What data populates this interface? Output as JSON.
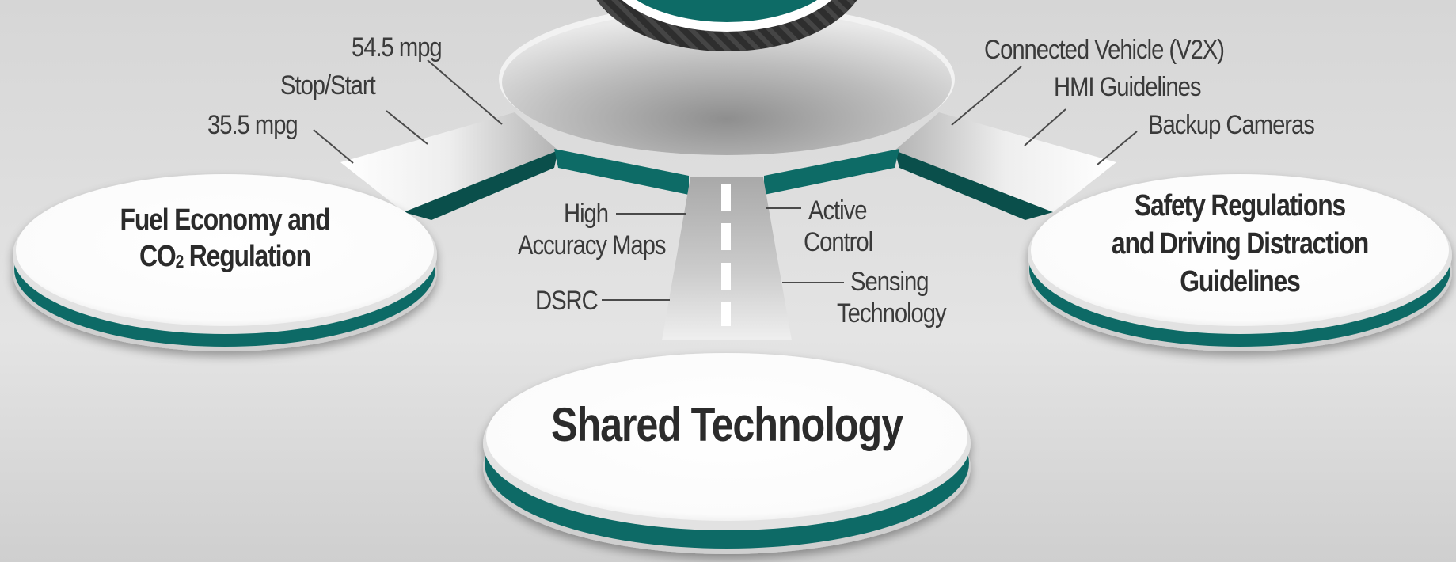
{
  "platters": {
    "fuel": {
      "line1": "Fuel Economy and",
      "line2_prefix": "CO",
      "line2_sub": "2",
      "line2_suffix": " Regulation"
    },
    "safety": {
      "line1": "Safety Regulations",
      "line2": "and Driving Distraction",
      "line3": "Guidelines"
    },
    "shared": {
      "title": "Shared Technology"
    }
  },
  "fuel_labels": {
    "mpg_high": "54.5 mpg",
    "stop_start": "Stop/Start",
    "mpg_low": "35.5 mpg"
  },
  "safety_labels": {
    "v2x": "Connected Vehicle (V2X)",
    "hmi": "HMI Guidelines",
    "backup": "Backup Cameras"
  },
  "shared_labels": {
    "maps_line1": "High",
    "maps_line2": "Accuracy Maps",
    "dsrc": "DSRC",
    "active_line1": "Active",
    "active_line2": "Control",
    "sensing_line1": "Sensing",
    "sensing_line2": "Technology"
  },
  "colors": {
    "background": "#dcdcdc",
    "teal": "#0d6b66",
    "teal_dark": "#0a4f4b",
    "platter_white": "#ffffff",
    "text": "#333333",
    "leader_line": "#4a4a4a"
  }
}
